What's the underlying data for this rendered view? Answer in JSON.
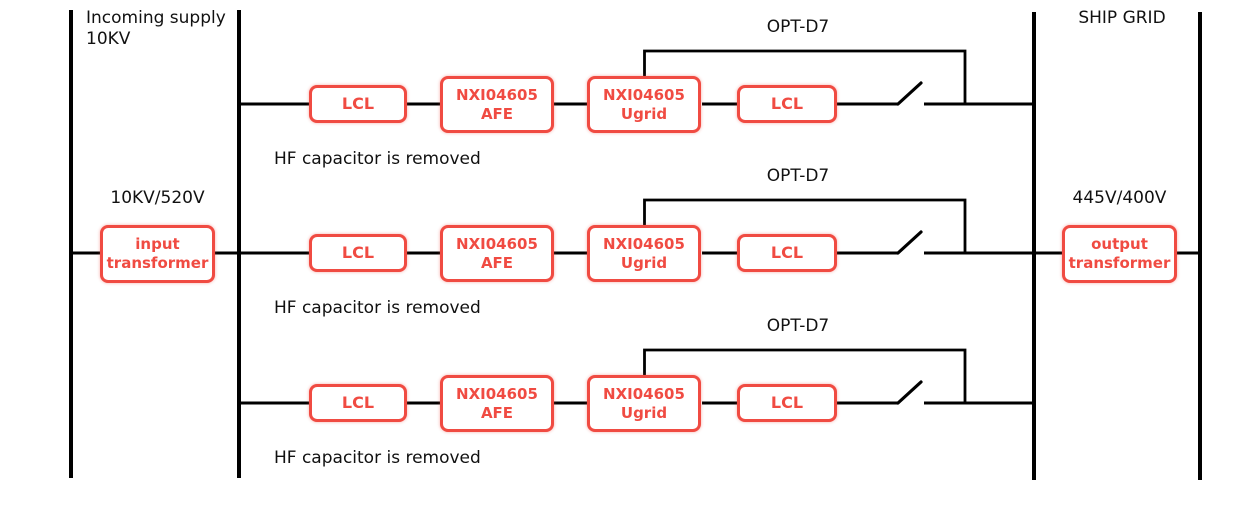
{
  "colors": {
    "box_red": "#f04b42",
    "wire_black": "#000000"
  },
  "left_section": {
    "supply_line1": "Incoming supply",
    "supply_line2": "10KV",
    "transformer_ratio": "10KV/520V",
    "transformer_line1": "input",
    "transformer_line2": "transformer"
  },
  "right_section": {
    "grid_label": "SHIP GRID",
    "transformer_ratio": "445V/400V",
    "transformer_line1": "output",
    "transformer_line2": "transformer"
  },
  "rows": [
    {
      "lcl_in": "LCL",
      "afe_line1": "NXI04605",
      "afe_line2": "AFE",
      "ugrid_line1": "NXI04605",
      "ugrid_line2": "Ugrid",
      "lcl_out": "LCL",
      "opt": "OPT-D7",
      "note": "HF capacitor is removed"
    },
    {
      "lcl_in": "LCL",
      "afe_line1": "NXI04605",
      "afe_line2": "AFE",
      "ugrid_line1": "NXI04605",
      "ugrid_line2": "Ugrid",
      "lcl_out": "LCL",
      "opt": "OPT-D7",
      "note": "HF capacitor is removed"
    },
    {
      "lcl_in": "LCL",
      "afe_line1": "NXI04605",
      "afe_line2": "AFE",
      "ugrid_line1": "NXI04605",
      "ugrid_line2": "Ugrid",
      "lcl_out": "LCL",
      "opt": "OPT-D7",
      "note": "HF capacitor is removed"
    }
  ]
}
